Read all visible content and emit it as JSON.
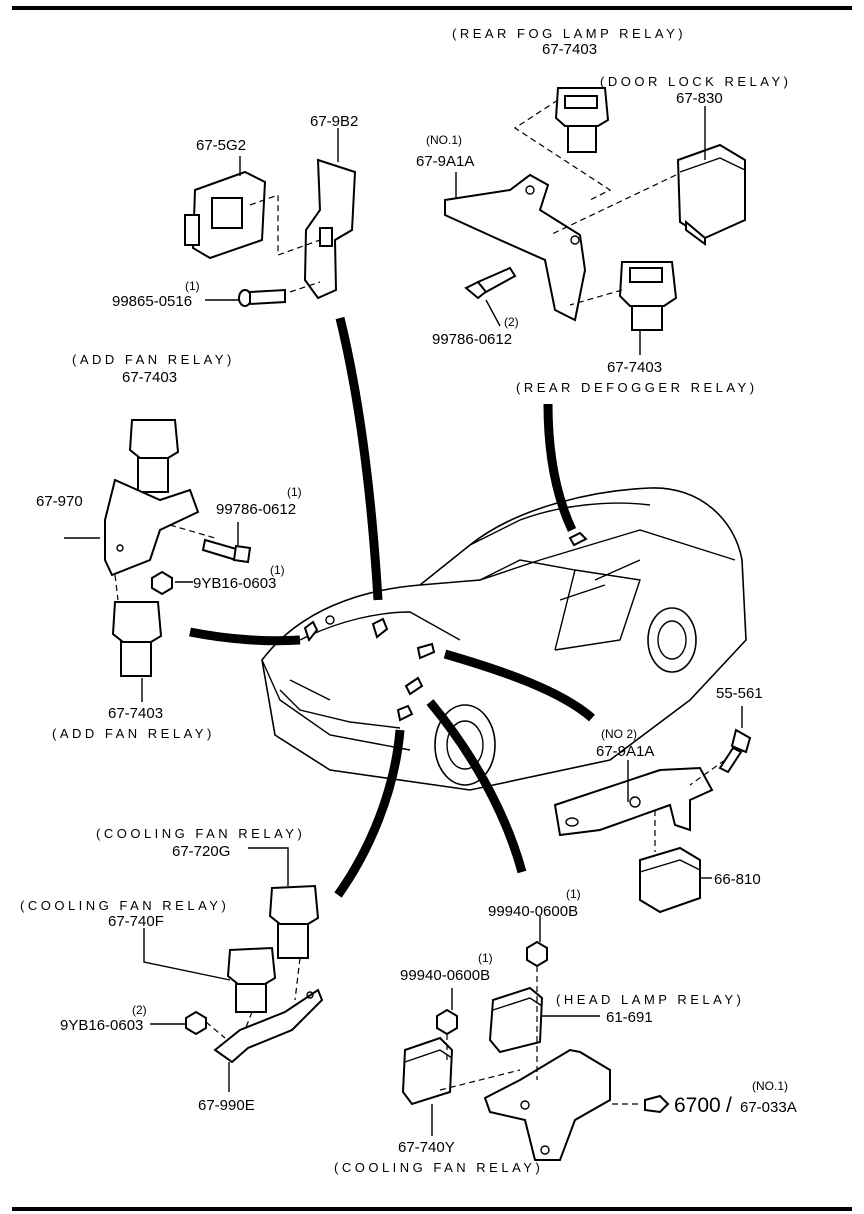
{
  "labels": {
    "rear_fog_name": "(REAR FOG LAMP RELAY)",
    "rear_fog_no": "67-7403",
    "door_lock_name": "(DOOR LOCK RELAY)",
    "door_lock_no": "67-830",
    "p_675g2": "67-5G2",
    "p_679b2": "67-9B2",
    "no1_a": "(NO.1)",
    "p_679a1a": "67-9A1A",
    "q1_a": "(1)",
    "bolt_99865": "99865-0516",
    "q2_a": "(2)",
    "bolt_99786_a": "99786-0612",
    "rear_def_no": "67-7403",
    "rear_def_name": "(REAR DEFOGGER RELAY)",
    "add_fan_top_name": "(ADD FAN RELAY)",
    "add_fan_top_no": "67-7403",
    "p_67970": "67-970",
    "q1_b": "(1)",
    "bolt_99786_b": "99786-0612",
    "q1_c": "(1)",
    "nut_9yb16_a": "9YB16-0603",
    "add_fan_bot_no": "67-7403",
    "add_fan_bot_name": "(ADD FAN RELAY)",
    "p_55561": "55-561",
    "no2": "(NO 2)",
    "p_679a1a_b": "67-9A1A",
    "p_66810": "66-810",
    "cool_720g_name": "(COOLING FAN RELAY)",
    "cool_720g_no": "67-720G",
    "cool_740f_name": "(COOLING FAN RELAY)",
    "cool_740f_no": "67-740F",
    "q2_b": "(2)",
    "nut_9yb16_b": "9YB16-0603",
    "p_67990e": "67-990E",
    "q1_d": "(1)",
    "nut_99940_a": "99940-0600B",
    "q1_e": "(1)",
    "nut_99940_b": "99940-0600B",
    "head_lamp_name": "(HEAD LAMP RELAY)",
    "head_lamp_no": "61-691",
    "ref_6700": "6700",
    "ref_slash": "/",
    "no1_b": "(NO.1)",
    "ref_67033a": "67-033A",
    "cool_740y_no": "67-740Y",
    "cool_740y_name": "(COOLING FAN RELAY)"
  }
}
